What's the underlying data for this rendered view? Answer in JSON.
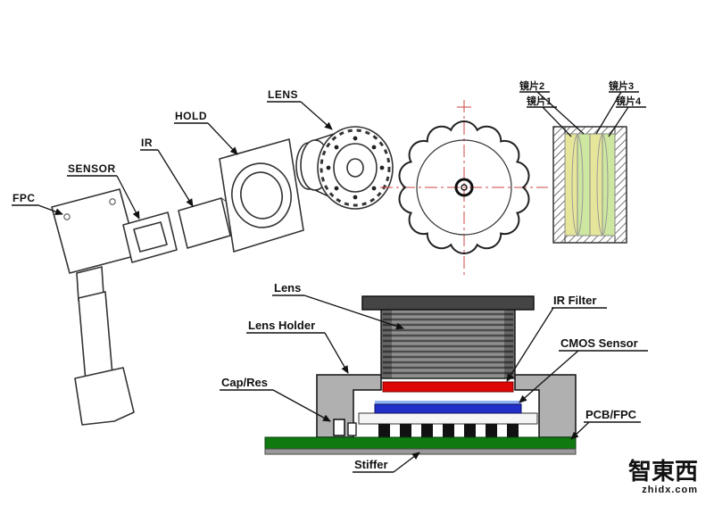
{
  "exploded_view": {
    "labels": {
      "fpc": "FPC",
      "sensor": "SENSOR",
      "ir": "IR",
      "hold": "HOLD",
      "lens": "LENS"
    }
  },
  "lens_section": {
    "labels": {
      "element2": "镜片2",
      "element1": "镜片1",
      "element3": "镜片3",
      "element4": "镜片4"
    }
  },
  "assembly": {
    "labels": {
      "lens": "Lens",
      "lens_holder": "Lens Holder",
      "cap_res": "Cap/Res",
      "ir_filter": "IR Filter",
      "cmos_sensor": "CMOS Sensor",
      "pcb_fpc": "PCB/FPC",
      "stiffer": "Stiffer"
    }
  },
  "watermark": {
    "brand": "智東西",
    "site": "zhidx.com"
  },
  "colors": {
    "ir_filter": "#dd0606",
    "cmos_sensor": "#2030c8",
    "cmos_glass": "#8fb3f0",
    "pcb": "#107a10",
    "stiffener": "#9a9a9a",
    "lens_barrel": "#8f8f8f",
    "flange": "#454545",
    "holder": "#b0b0b0",
    "centerline": "#cc4444",
    "watermark": "#17b0b0",
    "lens_glass_a": "#e6e69a",
    "lens_glass_b": "#cde6a0"
  }
}
